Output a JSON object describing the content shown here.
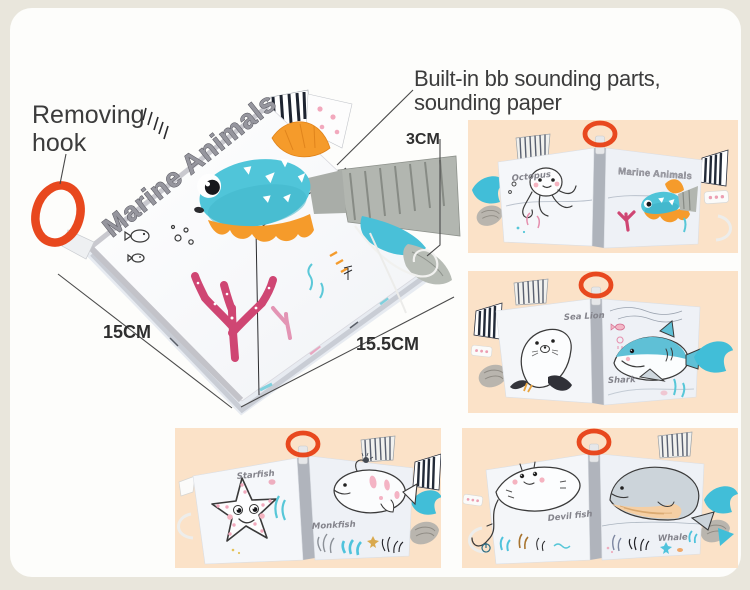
{
  "page": {
    "background": "#e9e6dc",
    "card_background": "#fdfdfb",
    "panel_background": "#fbe2c8"
  },
  "annotations": {
    "removing_hook": {
      "line1": "Removing",
      "line2": "hook"
    },
    "sounding": {
      "line1": "Built-in bb sounding parts,",
      "line2": "sounding paper"
    },
    "dimensions": {
      "width": "15CM",
      "depth": "15.5CM",
      "thickness": "3CM"
    }
  },
  "main_photo": {
    "cover_title": "Marine Animals"
  },
  "panels": [
    {
      "name": "octopus-cover-spread",
      "left_label": "Octopus",
      "right_label": "Marine Animals"
    },
    {
      "name": "sealion-shark-spread",
      "left_label": "Sea Lion",
      "right_label": "Shark"
    },
    {
      "name": "starfish-monkfish-spread",
      "left_label": "Starfish",
      "right_label": "Monkfish"
    },
    {
      "name": "devilfish-whale-spread",
      "left_label": "Devil fish",
      "right_label": "Whale"
    }
  ],
  "colors": {
    "hook_orange": "#e8481e",
    "fish_teal": "#50c5d9",
    "fin_orange": "#f59b2b",
    "coral_pink": "#cf4673",
    "shark_blue": "#5fc0d6",
    "tail_blue": "#41bed8",
    "annotation_text": "#3c3c3c",
    "bubble_gray": "#96969e",
    "peach_panel": "#fbe2c8"
  }
}
